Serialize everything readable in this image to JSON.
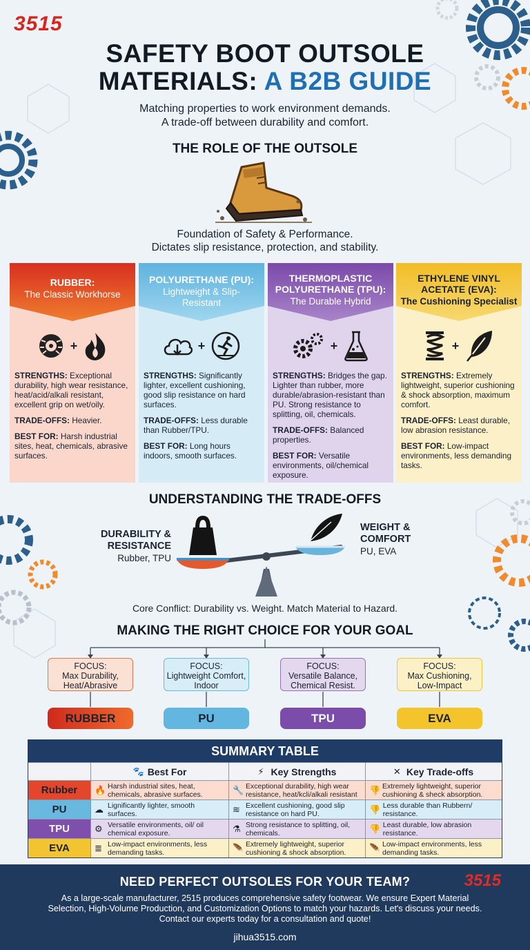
{
  "logo": "3515",
  "title_part1": "SAFETY BOOT OUTSOLE",
  "title_part2a": "MATERIALS:",
  "title_part2b": "A B2B GUIDE",
  "subtitle_line1": "Matching properties to work environment demands.",
  "subtitle_line2": "A trade-off between durability and comfort.",
  "role_heading": "THE ROLE OF THE OUTSOLE",
  "role_line1": "Foundation of Safety & Performance.",
  "role_line2": "Dictates slip resistance, protection, and stability.",
  "materials": [
    {
      "name": "RUBBER:",
      "sub": "The Classic Workhorse",
      "strengths": "Exceptional durability, high wear resistance, heat/acid/alkali resistant, excellent grip on wet/oily.",
      "tradeoffs": "Heavier.",
      "best": "Harsh industrial sites, heat, chemicals, abrasive surfaces."
    },
    {
      "name": "POLYURETHANE (PU):",
      "sub": "Lightweight & Slip-Resistant",
      "strengths": "Significantly lighter, excellent cushioning, good slip resistance on hard surfaces.",
      "tradeoffs": "Less durable than Rubber/TPU.",
      "best": "Long hours indoors, smooth surfaces."
    },
    {
      "name": "THERMOPLASTIC POLYURETHANE (TPU):",
      "sub": "The Durable Hybrid",
      "strengths": "Bridges the gap. Lighter than rubber, more durable/abrasion-resistant than PU. Strong resistance to splitting, oil, chemicals.",
      "tradeoffs": "Balanced properties.",
      "best": "Versatile environments, oil/chemical exposure."
    },
    {
      "name": "ETHYLENE VINYL ACETATE (EVA):",
      "sub": "The Cushioning Specialist",
      "strengths": "Extremely lightweight, superior cushioning & shock absorption, maximum comfort.",
      "tradeoffs": "Least durable, low abrasion resistance.",
      "best": "Low-impact environments, less demanding tasks."
    }
  ],
  "labels": {
    "strengths": "STRENGTHS:",
    "tradeoffs": "TRADE-OFFS:",
    "best": "BEST FOR:",
    "plus": "+"
  },
  "tradeoff_heading": "UNDERSTANDING THE TRADE-OFFS",
  "scale_left_line1": "DURABILITY &",
  "scale_left_line2": "RESISTANCE",
  "scale_left_sub": "Rubber, TPU",
  "scale_right_line1": "WEIGHT &",
  "scale_right_line2": "COMFORT",
  "scale_right_sub": "PU, EVA",
  "core_conflict": "Core Conflict: Durability vs. Weight. Match Material to Hazard.",
  "choice_heading": "MAKING THE RIGHT CHOICE FOR YOUR GOAL",
  "focus_label": "FOCUS:",
  "choices": [
    {
      "focus1": "Max Durability,",
      "focus2": "Heat/Abrasive",
      "pill": "RUBBER"
    },
    {
      "focus1": "Lightweight Comfort,",
      "focus2": "Indoor",
      "pill": "PU"
    },
    {
      "focus1": "Versatile Balance,",
      "focus2": "Chemical Resist.",
      "pill": "TPU"
    },
    {
      "focus1": "Max Cushioning,",
      "focus2": "Low-Impact",
      "pill": "EVA"
    }
  ],
  "table": {
    "title": "SUMMARY TABLE",
    "headers": [
      "Best For",
      "Key Strengths",
      "Key Trade-offs"
    ],
    "rows": [
      {
        "label": "Rubber",
        "best": "Harsh industrial sites, heat, chemicals, abrasive surfaces.",
        "strengths": "Exceptional durability, high wear resistance, heat/kcli/alkali resistant",
        "tradeoffs": "Extremely lightweight, superior cushioning & sheck absorption."
      },
      {
        "label": "PU",
        "best": "Lignificantly lighter, smooth surfaces.",
        "strengths": "Excellent cushioning, good slip resistance on hard PU.",
        "tradeoffs": "Less durable than Rubbern/ resistance."
      },
      {
        "label": "TPU",
        "best": "Versatile environments, oil/ oil chemical exposure.",
        "strengths": "Strong resistance to splitting, oil, chemicals.",
        "tradeoffs": "Least durable, low abrasion resistance."
      },
      {
        "label": "EVA",
        "best": "Low-impact environments, less demanding tasks.",
        "strengths": "Extremely lightweight, superior cushioning & shock absorption.",
        "tradeoffs": "Low-impact environments, less demanding tasks."
      }
    ]
  },
  "footer": {
    "heading": "NEED PERFECT OUTSOLES FOR YOUR TEAM?",
    "logo": "3515",
    "line1": "As a large-scale manufacturer, 2515 produces comprehensive safety footwear. We ensure Expert Material",
    "line2": "Selection, High-Volume Production, and Customization Options to match your hazards. Let's discuss your needs.",
    "line3": "Contact our experts today for a consultation and quote!",
    "url": "jihua3515.com"
  },
  "colors": {
    "rubber": "#e5472a",
    "pu": "#8fcde8",
    "tpu": "#8e64b5",
    "eva": "#f3c637",
    "navy": "#203a5e",
    "blue": "#1f6fb2"
  }
}
